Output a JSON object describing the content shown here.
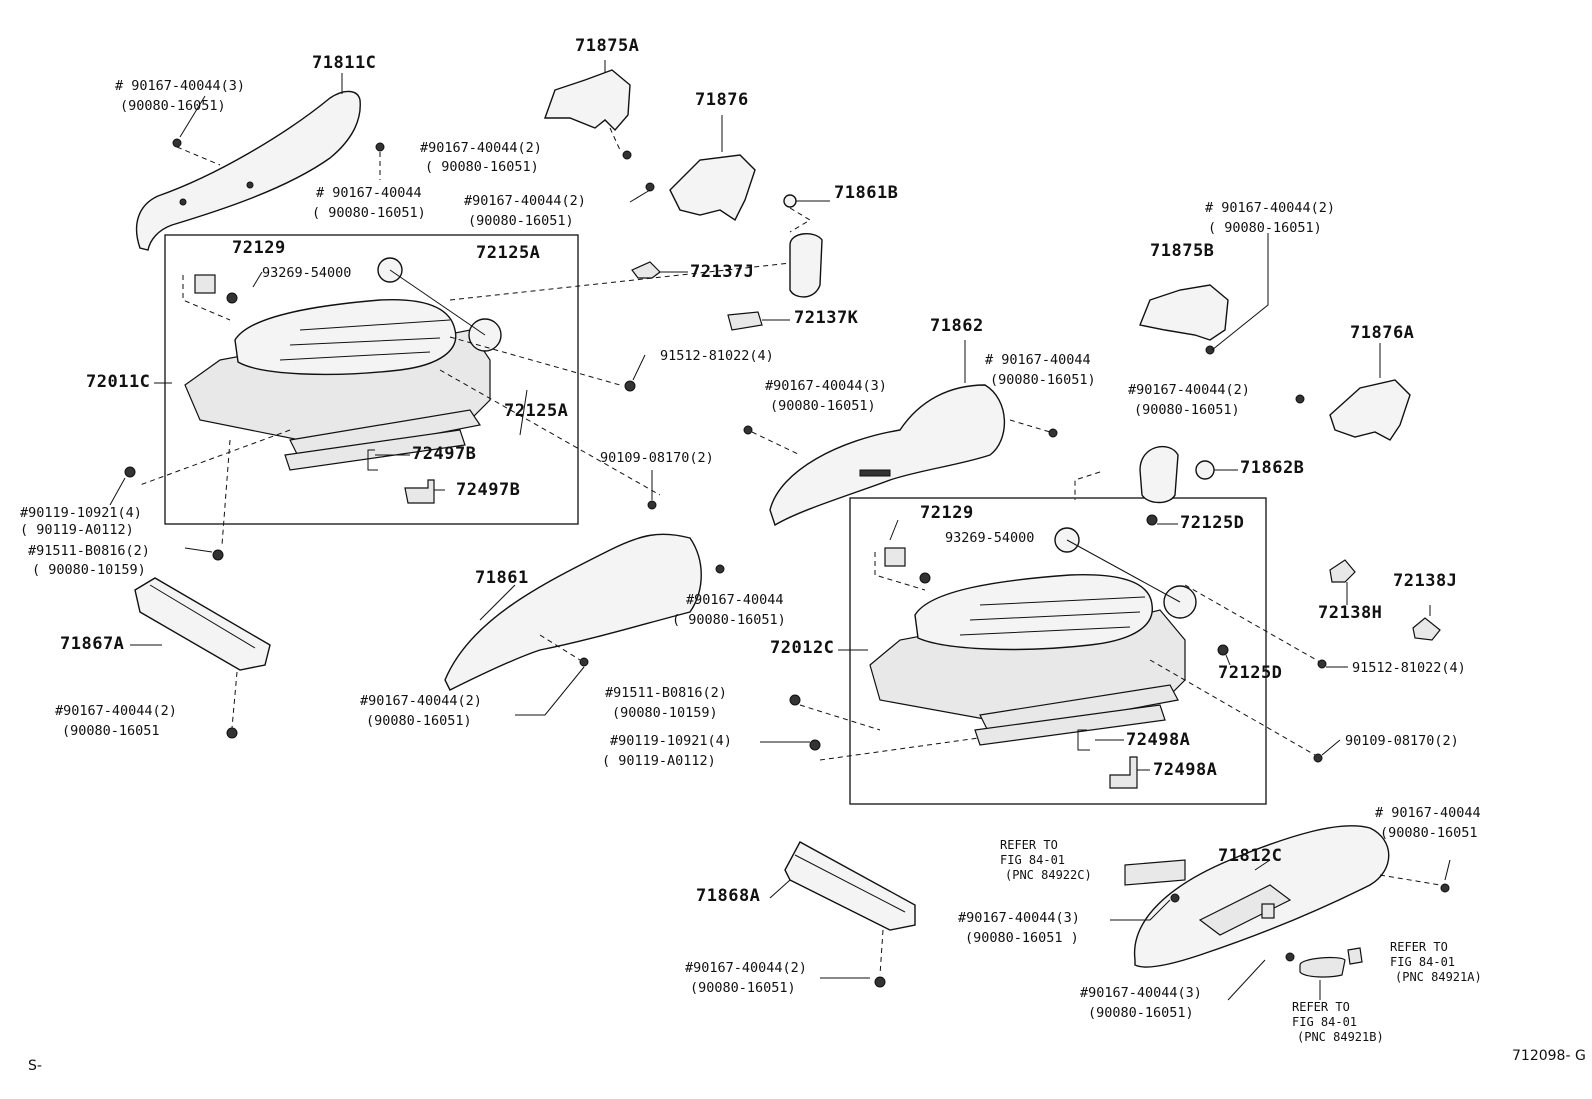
{
  "labels": {
    "p71811C": "71811C",
    "b1a": "# 90167-40044(3)",
    "b1b": "(90080-16051)",
    "b2a": "# 90167-40044",
    "b2b": "( 90080-16051)",
    "p71875A": "71875A",
    "b3a": "#90167-40044(2)",
    "b3b": "( 90080-16051)",
    "p71876": "71876",
    "b4a": "#90167-40044(2)",
    "b4b": "(90080-16051)",
    "p71861B": "71861B",
    "p72129a": "72129",
    "p93269a": "93269-54000",
    "p72125Aa": "72125A",
    "p72137J": "72137J",
    "p72137K": "72137K",
    "p91512a": "91512-81022(4)",
    "p72011C": "72011C",
    "p72125Ab": "72125A",
    "p72497Ba": "72497B",
    "p72497Bb": "72497B",
    "p90109a": "90109-08170(2)",
    "b5a": "#90119-10921(4)",
    "b5b": "( 90119-A0112)",
    "b6a": "#91511-B0816(2)",
    "b6b": "( 90080-10159)",
    "p71867A": "71867A",
    "b7a": "#90167-40044(2)",
    "b7b": "(90080-16051",
    "p71861": "71861",
    "b8a": "#90167-40044",
    "b8b": "( 90080-16051)",
    "b9a": "#90167-40044(2)",
    "b9b": "(90080-16051)",
    "b10a": "#91511-B0816(2)",
    "b10b": "(90080-10159)",
    "b11a": "#90119-10921(4)",
    "b11b": "( 90119-A0112)",
    "p71862": "71862",
    "b12a": "#90167-40044(3)",
    "b12b": "(90080-16051)",
    "b13a": "# 90167-40044",
    "b13b": "(90080-16051)",
    "b14a": "# 90167-40044(2)",
    "b14b": "( 90080-16051)",
    "p71875B": "71875B",
    "p71876A": "71876A",
    "b15a": "#90167-40044(2)",
    "b15b": "(90080-16051)",
    "p71862B": "71862B",
    "p72129b": "72129",
    "p93269b": "93269-54000",
    "p72125Da": "72125D",
    "p72012C": "72012C",
    "p72125Db": "72125D",
    "p72138H": "72138H",
    "p72138J": "72138J",
    "p91512b": "91512-81022(4)",
    "p72498Aa": "72498A",
    "p72498Ab": "72498A",
    "p90109b": "90109-08170(2)",
    "b16a": "# 90167-40044",
    "b16b": "(90080-16051",
    "ref1a": "REFER TO",
    "ref1b": "FIG 84-01",
    "ref1c": "(PNC 84922C)",
    "p71812C": "71812C",
    "b17a": "#90167-40044(3)",
    "b17b": "(90080-16051 )",
    "ref2a": "REFER TO",
    "ref2b": "FIG 84-01",
    "ref2c": "(PNC 84921A)",
    "b18a": "#90167-40044(3)",
    "b18b": "(90080-16051)",
    "ref3a": "REFER TO",
    "ref3b": "FIG 84-01",
    "ref3c": "(PNC 84921B)",
    "p71868A": "71868A",
    "b19a": "#90167-40044(2)",
    "b19b": "(90080-16051)",
    "footer_left": "S-",
    "footer_right": "712098- G"
  }
}
